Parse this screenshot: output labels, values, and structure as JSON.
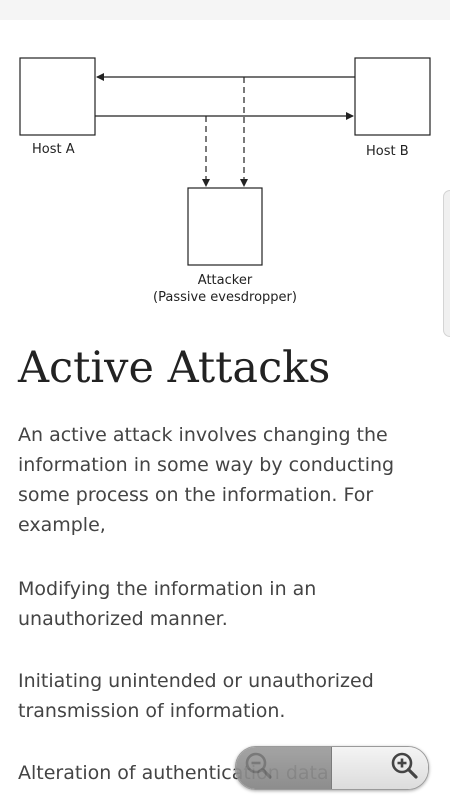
{
  "diagram": {
    "host_a_label": "Host A",
    "host_b_label": "Host B",
    "attacker_label": "Attacker",
    "attacker_sublabel": "(Passive evesdropper)"
  },
  "article": {
    "heading": "Active Attacks",
    "paragraphs": [
      "An active attack involves changing the information in some way by conducting some process on the information. For example,",
      "Modifying the information in an unauthorized manner.",
      "Initiating unintended or unauthorized transmission of information.",
      "Alteration of authentication data"
    ]
  },
  "zoom": {
    "zoom_out_icon": "zoom-out-icon",
    "zoom_in_icon": "zoom-in-icon"
  }
}
